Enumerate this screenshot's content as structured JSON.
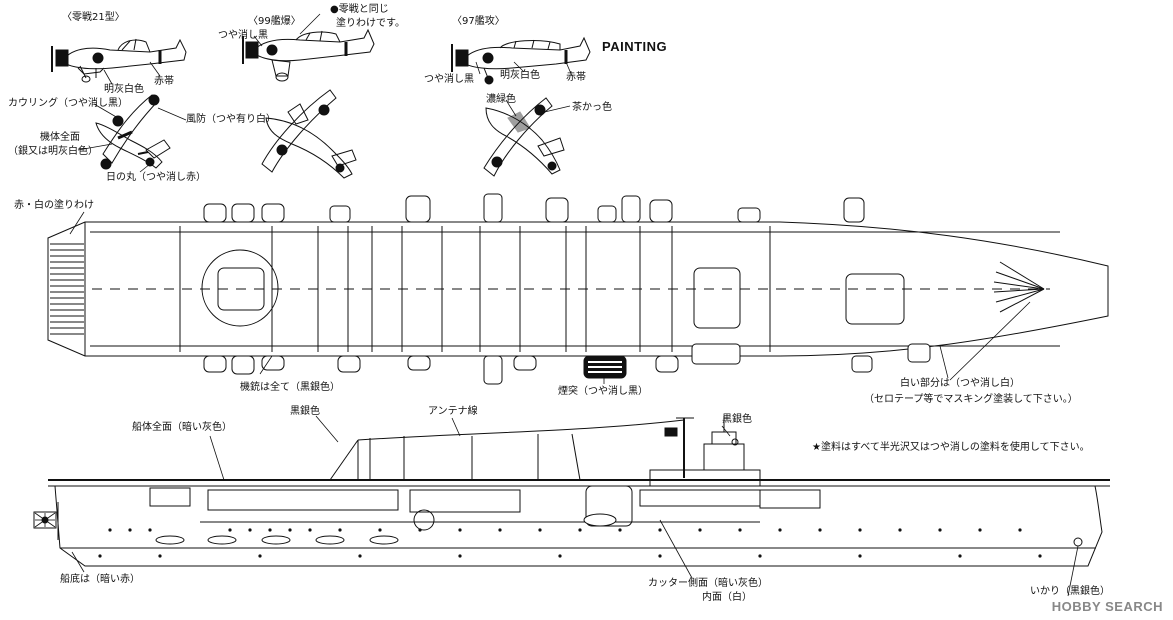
{
  "plates": {
    "painting_title": "PAINTING",
    "aircraft": {
      "zero": {
        "type": "〈零戦21型〉",
        "a": "明灰白色",
        "b": "赤帯",
        "c": "カウリング（つや消し黒）",
        "d": "風防（つや有り白）",
        "e": "機体全面",
        "f": "（銀又は明灰白色）",
        "g": "日の丸（つや消し赤）"
      },
      "val": {
        "type": "〈99艦爆〉",
        "note1": "●零戦と同じ",
        "note2": "塗りわけです。",
        "a": "つや消し黒"
      },
      "kate": {
        "type": "〈97艦攻〉",
        "a": "つや消し黒",
        "b": "明灰白色",
        "c": "赤帯",
        "d": "濃緑色",
        "e": "茶かっ色"
      }
    },
    "flightdeck": {
      "bow_stripes": "赤・白の塗りわけ",
      "guns": "機銃は全て（黒銀色）",
      "funnel": "煙突（つや消し黒）",
      "white": "白い部分は（つや消し白）",
      "masking": "（セロテープ等でマスキング塗装して下さい。）"
    },
    "hull": {
      "hull_all": "船体全面（暗い灰色）",
      "black_silver_a": "黒銀色",
      "antenna": "アンテナ線",
      "black_silver_b": "黒銀色",
      "paint_note": "★塗料はすべて半光沢又はつや消しの塗料を使用して下さい。",
      "bottom": "船底は（暗い赤）",
      "cutter_side": "カッター側面（暗い灰色）",
      "cutter_inner": "内面（白）",
      "anchor": "いかり（黒銀色）"
    },
    "watermark": "HOBBY SEARCH"
  }
}
